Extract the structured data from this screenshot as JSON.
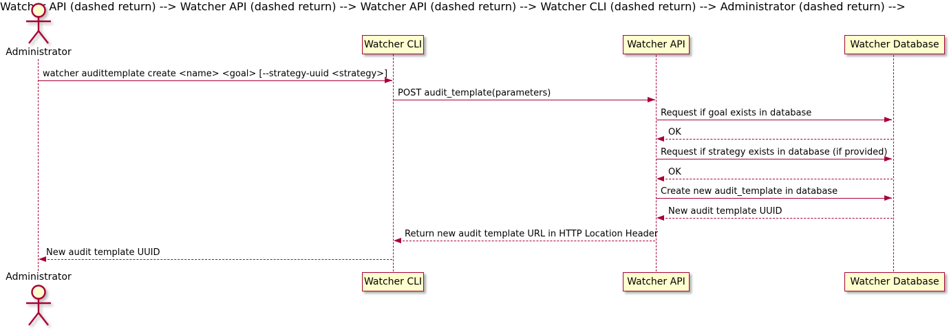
{
  "diagram_type": "uml-sequence-diagram",
  "colors": {
    "accent": "#A80036",
    "participant_fill": "#FEFECE",
    "text": "#000000",
    "background": "#FFFFFF"
  },
  "actor": {
    "label": "Administrator"
  },
  "participants": [
    {
      "label": "Watcher CLI"
    },
    {
      "label": "Watcher API"
    },
    {
      "label": "Watcher Database"
    }
  ],
  "messages": [
    {
      "from": "Administrator",
      "to": "Watcher CLI",
      "line": "solid",
      "label": "watcher audittemplate create <name> <goal> [--strategy-uuid <strategy>]"
    },
    {
      "from": "Watcher CLI",
      "to": "Watcher API",
      "line": "solid",
      "label": "POST audit_template(parameters)"
    },
    {
      "from": "Watcher API",
      "to": "Watcher Database",
      "line": "solid",
      "label": "Request if goal exists in database"
    },
    {
      "from": "Watcher Database",
      "to": "Watcher API",
      "line": "dashed",
      "label": "OK"
    },
    {
      "from": "Watcher API",
      "to": "Watcher Database",
      "line": "solid",
      "label": "Request if strategy exists in database (if provided)"
    },
    {
      "from": "Watcher Database",
      "to": "Watcher API",
      "line": "dashed",
      "label": "OK"
    },
    {
      "from": "Watcher API",
      "to": "Watcher Database",
      "line": "solid",
      "label": "Create new audit_template in database"
    },
    {
      "from": "Watcher Database",
      "to": "Watcher API",
      "line": "dashed",
      "label": "New audit template UUID"
    },
    {
      "from": "Watcher API",
      "to": "Watcher CLI",
      "line": "dashed",
      "label": "Return new audit template URL in HTTP Location Header"
    },
    {
      "from": "Watcher CLI",
      "to": "Administrator",
      "line": "dashed",
      "label": "New audit template UUID"
    }
  ]
}
